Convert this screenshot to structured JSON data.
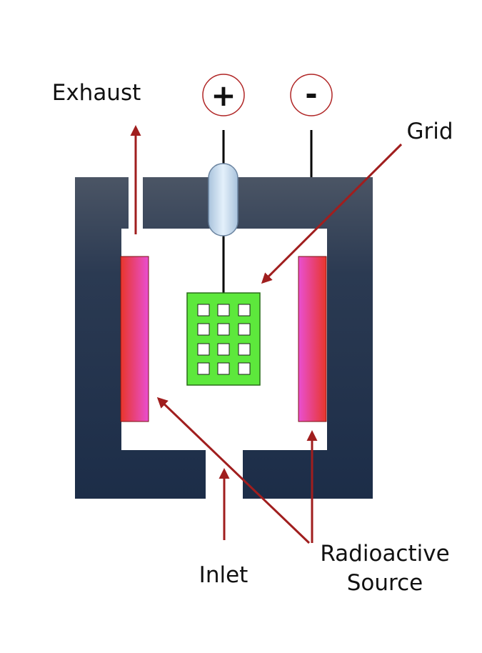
{
  "labels": {
    "exhaust": "Exhaust",
    "grid": "Grid",
    "inlet": "Inlet",
    "radioactive_line1": "Radioactive",
    "radioactive_line2": "Source"
  },
  "terminals": {
    "positive": "+",
    "negative": "-"
  },
  "colors": {
    "chamber_top": "#4b5565",
    "chamber_bottom": "#1c2d48",
    "arrow": "#a01e1e",
    "terminal_ring": "#b02525",
    "grid_fill": "#5de83c",
    "source_red": "#e8362a",
    "source_magenta": "#e94fd2",
    "insulator": "#cfe2f5"
  }
}
